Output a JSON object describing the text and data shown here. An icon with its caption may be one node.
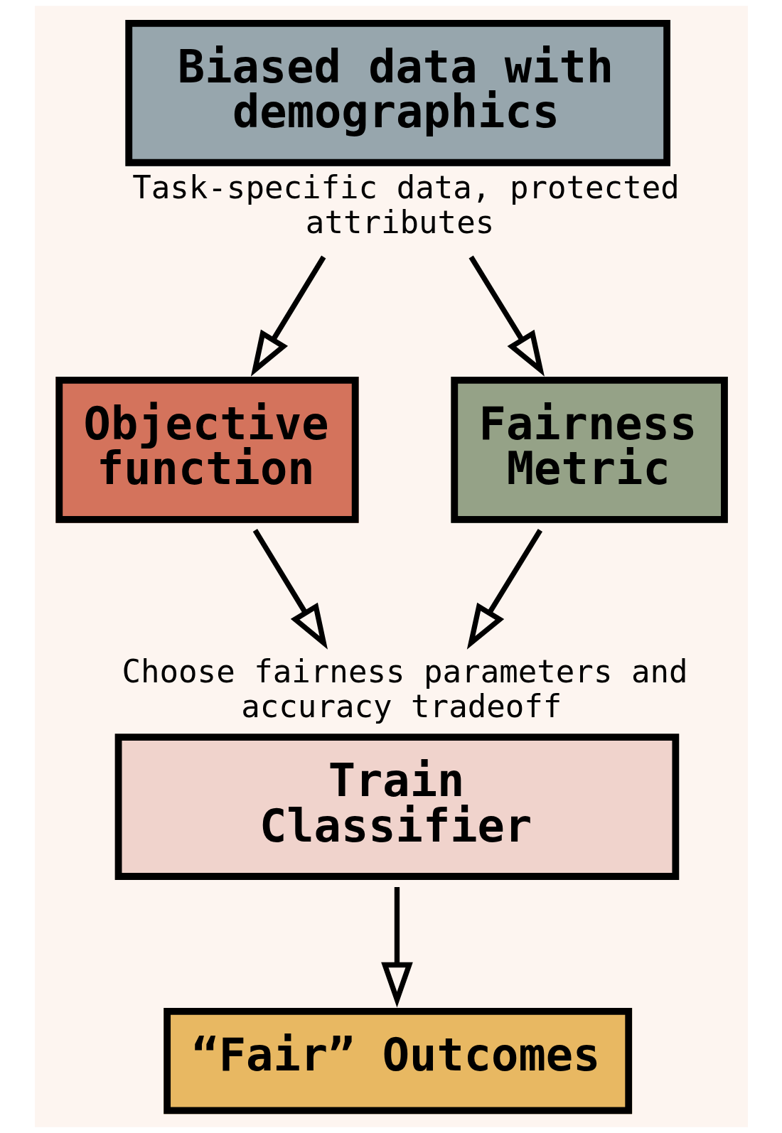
{
  "diagram": {
    "nodes": [
      {
        "text": [
          "Biased data with demographics"
        ],
        "beside": [
          "Task-specific data, protected attributes"
        ]
      },
      {
        "text": [
          "Objective function"
        ]
      },
      {
        "text": [
          "Fairness Metric"
        ]
      },
      {
        "text": [
          "Train Classifier"
        ],
        "beside": [
          "Choose fairness parameters and accuracy tradeoff"
        ]
      },
      {
        "text": [
          "“Fair” Outcomes"
        ]
      }
    ],
    "edges": [
      {
        "from": 0,
        "to": 1,
        "arrow": "to"
      },
      {
        "from": 0,
        "to": 2,
        "arrow": "to"
      },
      {
        "from": 1,
        "to": 3,
        "arrow": "to"
      },
      {
        "from": 2,
        "to": 3,
        "arrow": "to"
      },
      {
        "from": 3,
        "to": 4,
        "arrow": "to"
      }
    ]
  }
}
